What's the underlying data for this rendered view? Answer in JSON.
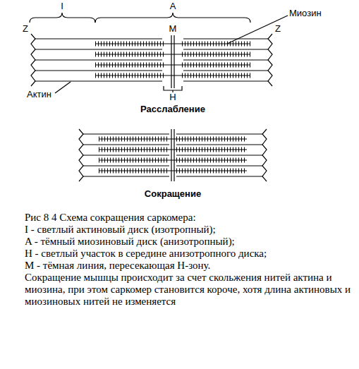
{
  "diagram": {
    "caption": "Рис 8 4 Схема сокращения саркомера:",
    "labels": [
      "I",
      "A",
      "Z",
      "M",
      "Миозин",
      "Z",
      "Актин",
      "H",
      "Расслабление",
      "Сокращение",
      "I - светлый актиновый диск (изотропный);",
      "A - тёмный миозиновый диск (анизотропный);",
      "H - светлый участок в середине анизотропного диска;",
      "M - тёмная линия, пересекающая H-зону.",
      "Сокращение мышцы происходит за счет скольжения нитей актина и миозина, при этом саркомер становится короче, хотя длина актиновых и миозиновых нитей не изменяется"
    ]
  }
}
